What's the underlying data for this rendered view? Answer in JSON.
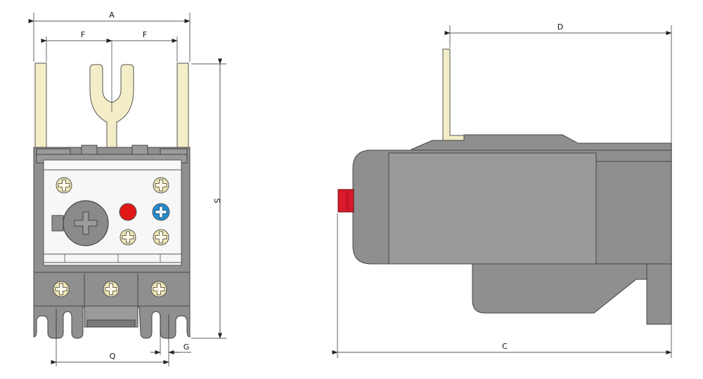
{
  "labels": {
    "A": "A",
    "F_left": "F",
    "F_right": "F",
    "S": "S",
    "Q": "Q",
    "G": "G",
    "D": "D",
    "C": "C"
  },
  "colors": {
    "body": "#8f8f8f",
    "terminal": "#f4eec8",
    "reset_button": "#e01818",
    "test_button": "#1e8fd6",
    "side_button": "#d81a2a"
  }
}
